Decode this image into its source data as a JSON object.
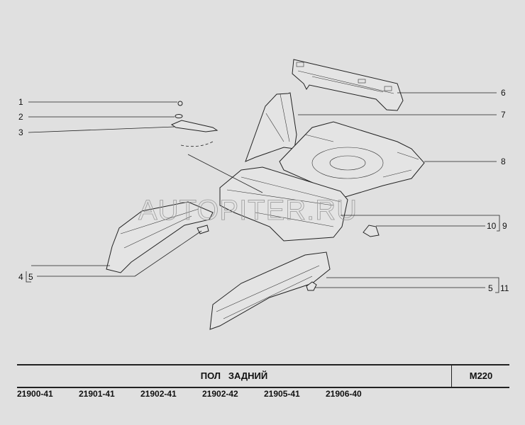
{
  "diagram": {
    "callouts_left": [
      "1",
      "2",
      "3",
      "4",
      "5"
    ],
    "callouts_right": [
      "6",
      "7",
      "8",
      "10",
      "9",
      "5",
      "11"
    ],
    "watermark": "AUTOPITER.RU"
  },
  "footer": {
    "title": "ПОЛ   ЗАДНИЙ",
    "code": "M220",
    "models": [
      "21900-41",
      "21901-41",
      "21902-41",
      "21902-42",
      "21905-41",
      "21906-40"
    ]
  }
}
